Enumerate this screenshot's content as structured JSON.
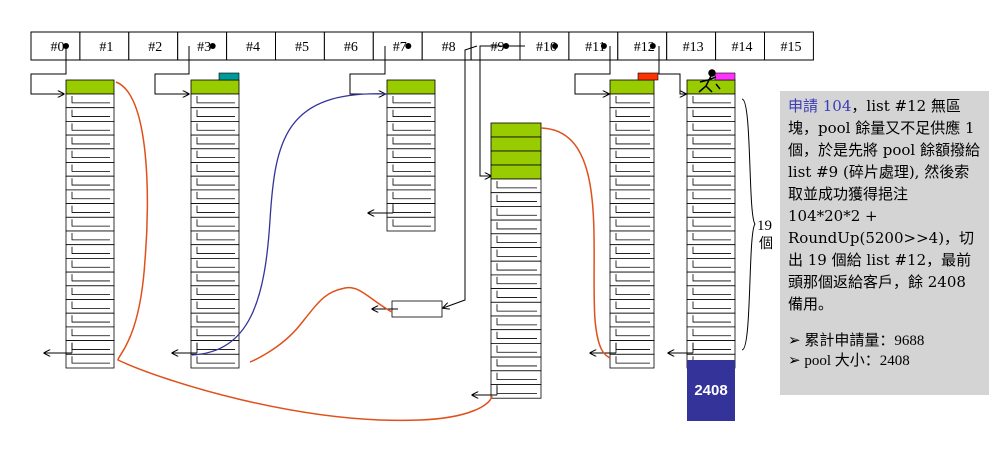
{
  "free_list_slots": [
    "#0",
    "#1",
    "#2",
    "#3",
    "#4",
    "#5",
    "#6",
    "#7",
    "#8",
    "#9",
    "#10",
    "#11",
    "#12",
    "#13",
    "#14",
    "#15"
  ],
  "brace_count_label": "19",
  "brace_unit_label": "個",
  "pool_block_label": "2408",
  "colors": {
    "chunk_green": "#99cc00",
    "teal_marker": "#009999",
    "red_marker": "#ff3300",
    "magenta_marker": "#ff33ff",
    "pool_block": "#333399",
    "red_curve": "#e0501a",
    "blue_curve": "#333399",
    "note_bg": "#d4d4d4"
  },
  "note": {
    "request_text": "申請 104",
    "body_text": "，list #12 無區塊，pool 餘量又不足供應 1 個，於是先將 pool 餘額撥給 list #9 (碎片處理), 然後索取並成功獲得挹注 104*20*2 + RoundUp(5200>>4)，切出 19 個給 list #12，最前頭那個返給客戶，餘 2408 備用。",
    "stats": [
      "➢ 累計申請量：9688",
      "➢ pool 大小：2408"
    ]
  }
}
